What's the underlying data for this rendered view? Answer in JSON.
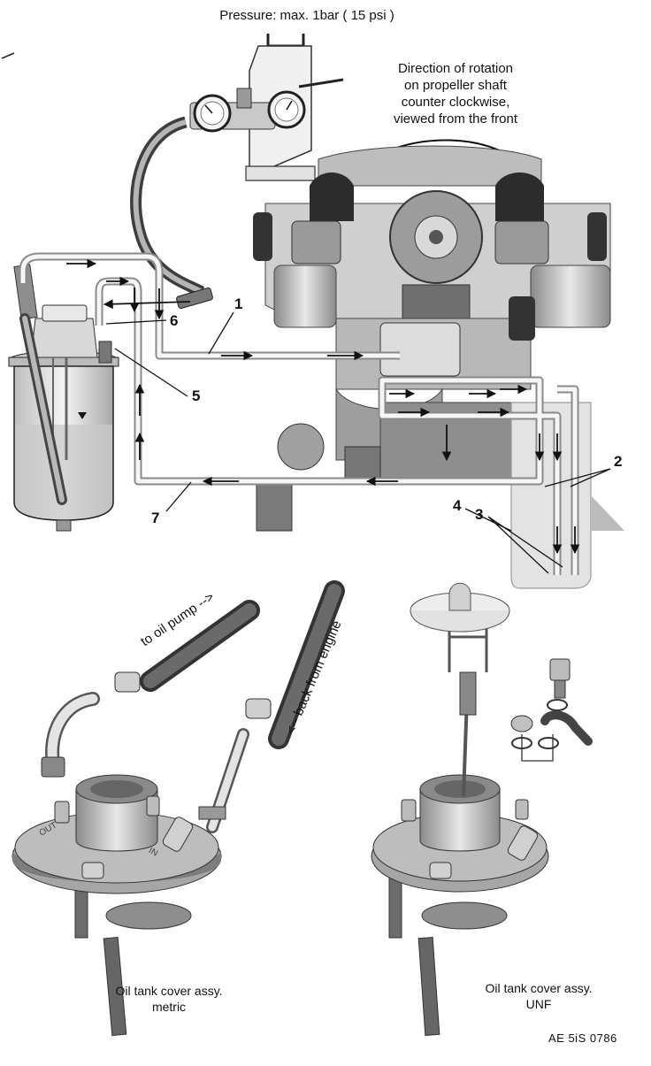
{
  "labels": {
    "pressure": "Pressure: max. 1bar ( 15 psi )",
    "rotation_line1": "Direction of rotation",
    "rotation_line2": "on propeller shaft",
    "rotation_line3": "counter clockwise,",
    "rotation_line4": "viewed from the front",
    "to_oil_pump": "to oil pump -->",
    "back_from_engine": "<-- back from engine",
    "metric_line1": "Oil tank cover assy.",
    "metric_line2": "metric",
    "unf_line1": "Oil tank cover assy.",
    "unf_line2": "UNF",
    "doc_ref": "AE 5iS 0786",
    "port_out": "OUT",
    "port_in": "IN"
  },
  "callouts": [
    "1",
    "2",
    "3",
    "4",
    "5",
    "6",
    "7"
  ],
  "colors": {
    "line": "#222222",
    "part_light": "#d6d6d6",
    "part_mid": "#a8a8a8",
    "part_dark": "#555555",
    "oil": "#e4e4e4",
    "hose": "#5a5a5a"
  }
}
